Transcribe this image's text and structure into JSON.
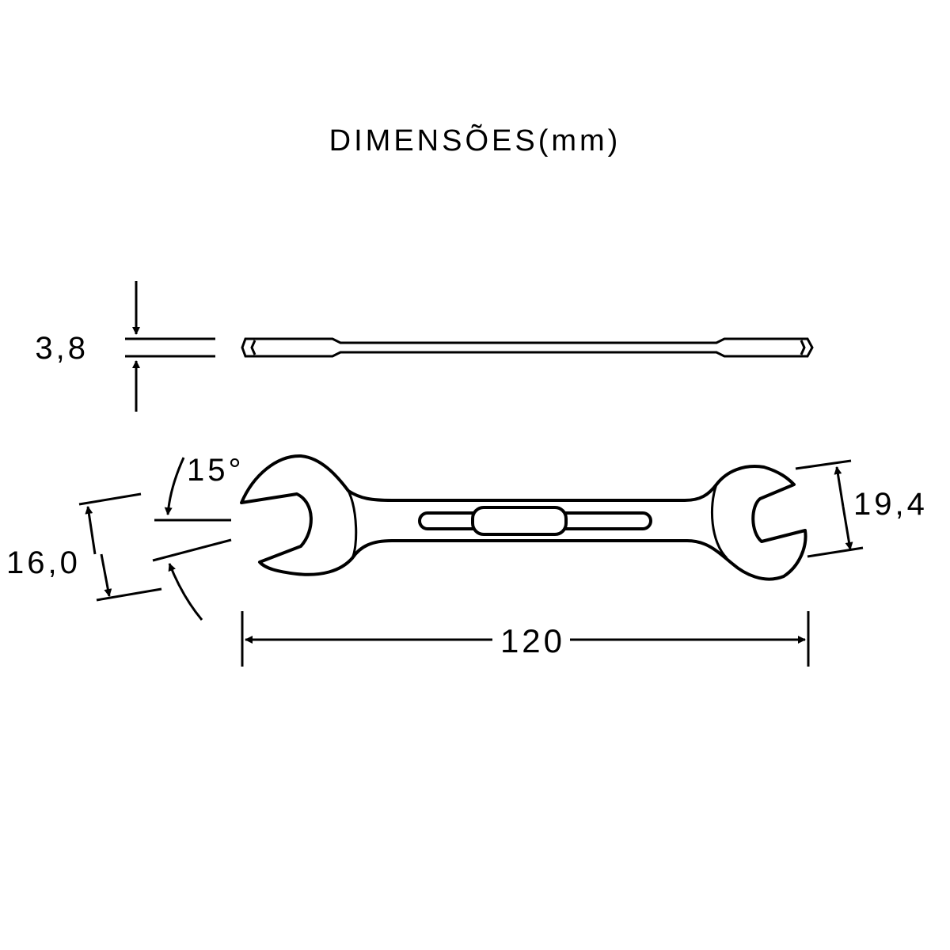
{
  "title": "DIMENSÕES(mm)",
  "dimensions": {
    "thickness": "3,8",
    "angle": "15°",
    "small_opening": "16,0",
    "large_opening": "19,4",
    "length": "120"
  },
  "colors": {
    "line": "#000000",
    "background": "#ffffff"
  }
}
